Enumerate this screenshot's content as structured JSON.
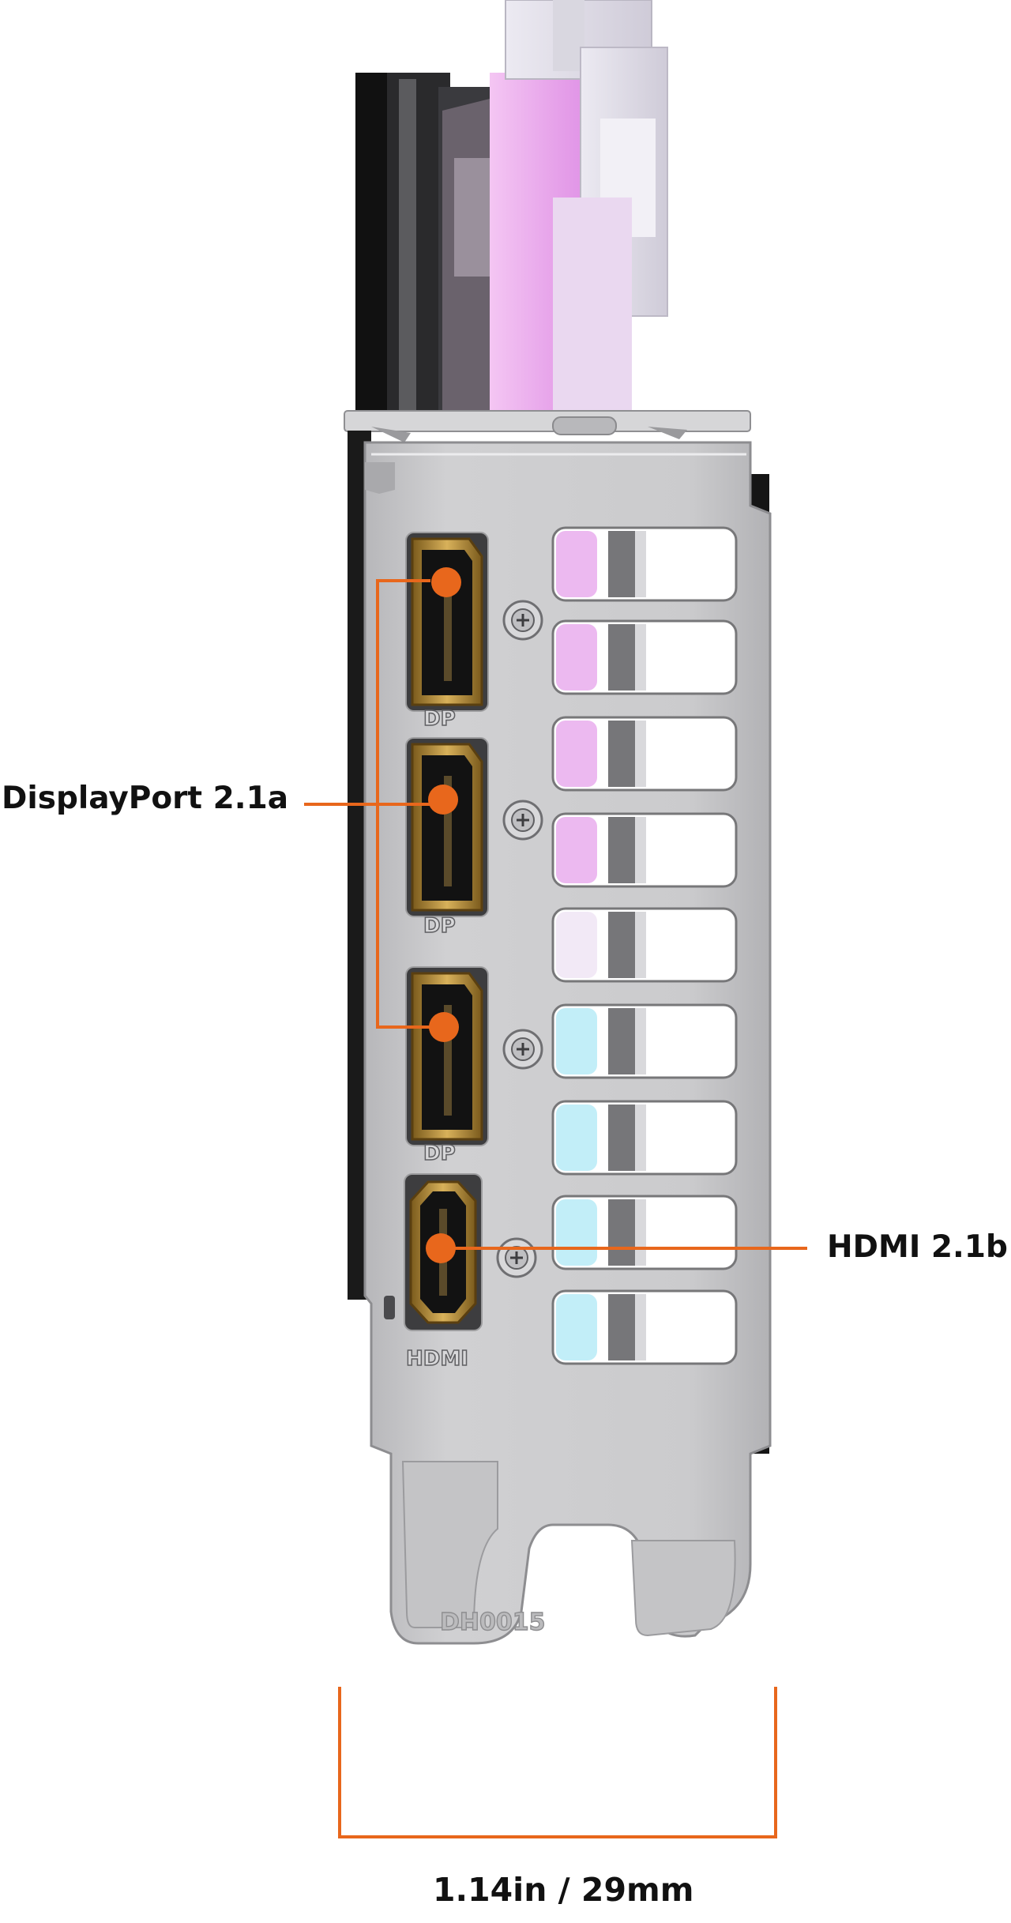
{
  "labels": {
    "displayport": "DisplayPort 2.1a",
    "hdmi": "HDMI 2.1b",
    "bracket_width": "1.14in / 29mm"
  },
  "port_labels": {
    "dp": "DP",
    "hdmi": "HDMI"
  },
  "bracket_marking": "DH0015",
  "colors": {
    "callout": "#e8671c",
    "port_gold": "#b98a2e",
    "bracket": "#c9c9cb",
    "fan_pink": "#e6a8ec",
    "fan_cyan": "#bdeff8"
  }
}
